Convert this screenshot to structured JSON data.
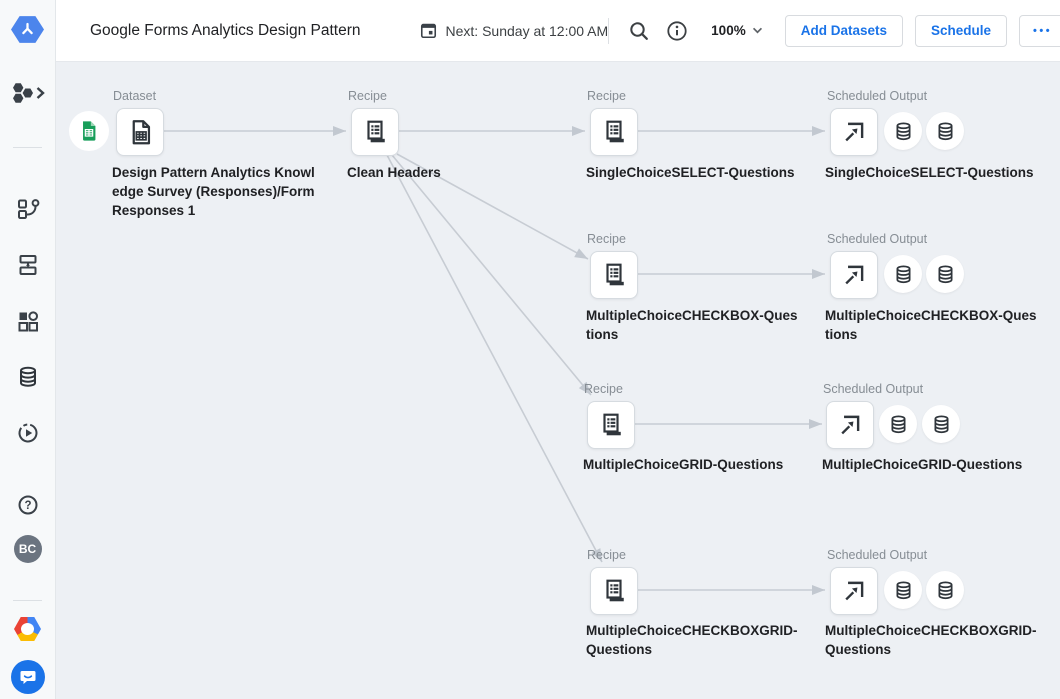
{
  "colors": {
    "accent_blue": "#1a73e8",
    "canvas_bg": "#edf0f4",
    "edge_gray": "#c7ccd3",
    "node_border": "#d6dbe0",
    "sheets_green": "#189e5a",
    "logo_blue": "#4c85ec"
  },
  "icons": {
    "dataprep_logo": "blue-hexagon-fork",
    "workspace_menu": "three-hexagons-chevron",
    "flows_nav": "branch-nodes",
    "plans_nav": "stacked-cards-arrow",
    "library_nav": "grid-of-shapes",
    "connections_nav": "database-cylinder",
    "jobs_nav": "dashed-circle-play",
    "help": "circle-question-mark",
    "google_cloud": "multicolor-hexagon",
    "chat": "speech-bubble",
    "flow_header": "branch-nodes",
    "calendar": "calendar-with-filled-day",
    "search": "magnifier",
    "info": "circle-i",
    "zoom_chevron": "chevron-down",
    "dataset_node": "document-with-table",
    "recipe_node": "scroll-with-list-lines",
    "output_node": "export-arrow-bracket",
    "output_target": "database-cylinder",
    "source_file": "green-spreadsheet-file"
  },
  "header": {
    "flow_title": "Google Forms Analytics Design Pattern",
    "next_run": "Next: Sunday at 12:00 AM",
    "zoom_level": "100%",
    "buttons": {
      "add_datasets": "Add Datasets",
      "schedule": "Schedule",
      "more": "•••"
    }
  },
  "sidebar": {
    "avatar_initials": "BC"
  },
  "flow": {
    "dataset": {
      "type_label": "Dataset",
      "title": "Design Pattern Analytics Knowledge Survey (Responses)/Form Responses 1"
    },
    "clean_recipe": {
      "type_label": "Recipe",
      "title": "Clean Headers"
    },
    "branches": [
      {
        "recipe_type_label": "Recipe",
        "recipe_title": "SingleChoiceSELECT-Questions",
        "output_type_label": "Scheduled Output",
        "output_title": "SingleChoiceSELECT-Questions"
      },
      {
        "recipe_type_label": "Recipe",
        "recipe_title": "MultipleChoiceCHECKBOX-Questions",
        "output_type_label": "Scheduled Output",
        "output_title": "MultipleChoiceCHECKBOX-Questions"
      },
      {
        "recipe_type_label": "Recipe",
        "recipe_title": "MultipleChoiceGRID-Questions",
        "output_type_label": "Scheduled Output",
        "output_title": "MultipleChoiceGRID-Questions"
      },
      {
        "recipe_type_label": "Recipe",
        "recipe_title": "MultipleChoiceCHECKBOXGRID-Questions",
        "output_type_label": "Scheduled Output",
        "output_title": "MultipleChoiceCHECKBOXGRID-Questions"
      }
    ]
  }
}
